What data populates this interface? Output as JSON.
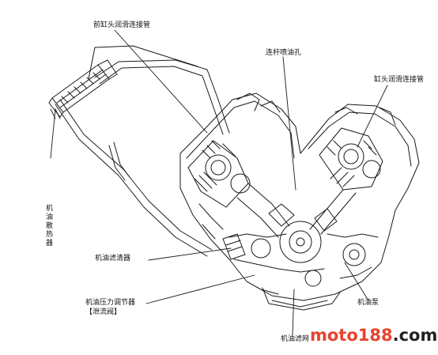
{
  "labels": {
    "front_head_lube_pipe": "前缸头润滑连接管",
    "conrod_oil_jet": "连杆喷油孔",
    "head_lube_pipe": "缸头润滑连接管",
    "oil_cooler": "机油散热器",
    "oil_filter": "机油滤清器",
    "oil_pressure_regulator": "机油压力调节器",
    "relief_valve": "【泄流阀】",
    "oil_pump": "机油泵",
    "oil_strainer": "机油滤网"
  },
  "watermark": {
    "brand": "moto188",
    "suffix": ".com"
  },
  "colors": {
    "line": "#1a1a1a",
    "watermark_red": "#e8432e",
    "watermark_dark": "#222222"
  }
}
